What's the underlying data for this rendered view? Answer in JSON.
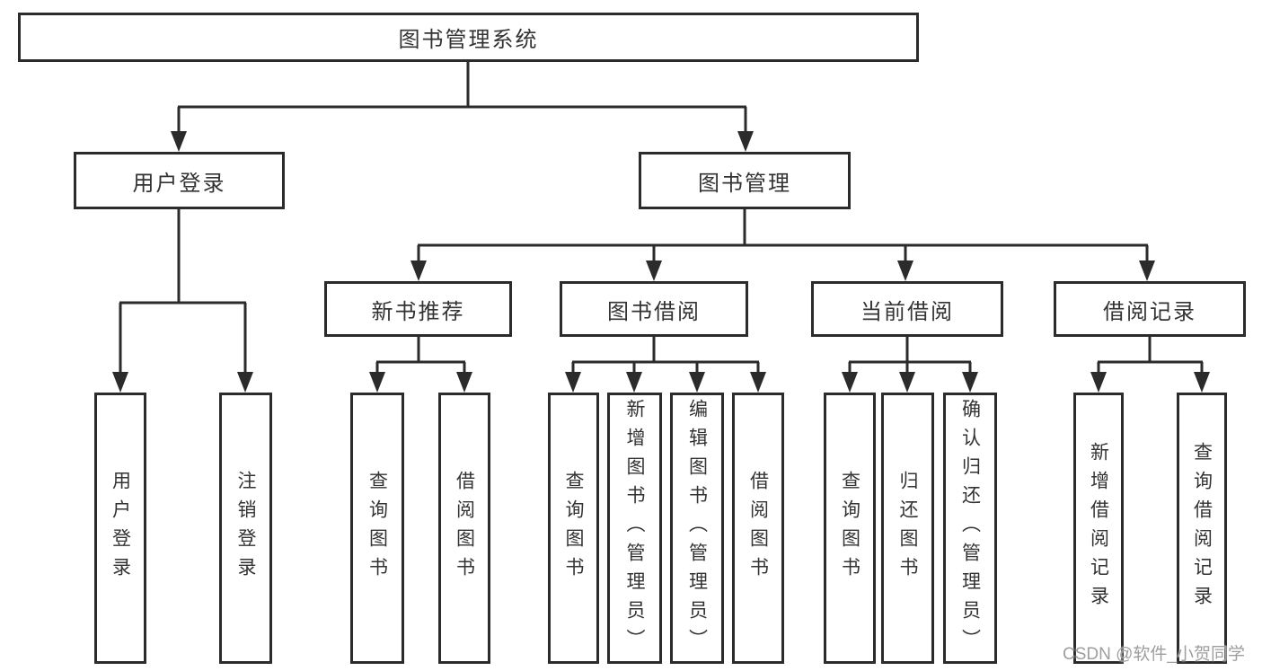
{
  "diagram": {
    "colors": {
      "line": "#2b2b2b",
      "text": "#333333",
      "box_background": "#ffffff",
      "page_background": "#ffffff",
      "watermark": "#9e9e9e"
    },
    "root": {
      "label": "图书管理系统"
    },
    "level2": [
      {
        "label": "用户登录"
      },
      {
        "label": "图书管理"
      }
    ],
    "level3": [
      {
        "label": "新书推荐",
        "parent": "图书管理"
      },
      {
        "label": "图书借阅",
        "parent": "图书管理"
      },
      {
        "label": "当前借阅",
        "parent": "图书管理"
      },
      {
        "label": "借阅记录",
        "parent": "图书管理"
      }
    ],
    "leaves": [
      {
        "label": "用户登录",
        "parent": "用户登录"
      },
      {
        "label": "注销登录",
        "parent": "用户登录"
      },
      {
        "label": "查询图书",
        "parent": "新书推荐"
      },
      {
        "label": "借阅图书",
        "parent": "新书推荐"
      },
      {
        "label": "查询图书",
        "parent": "图书借阅"
      },
      {
        "label": "新增图书（管理员）",
        "parent": "图书借阅"
      },
      {
        "label": "编辑图书（管理员）",
        "parent": "图书借阅"
      },
      {
        "label": "借阅图书",
        "parent": "图书借阅"
      },
      {
        "label": "查询图书",
        "parent": "当前借阅"
      },
      {
        "label": "归还图书",
        "parent": "当前借阅"
      },
      {
        "label": "确认归还（管理员）",
        "parent": "当前借阅"
      },
      {
        "label": "新增借阅记录",
        "parent": "借阅记录"
      },
      {
        "label": "查询借阅记录",
        "parent": "借阅记录"
      }
    ],
    "watermark": "CSDN @软件_小贺同学"
  }
}
